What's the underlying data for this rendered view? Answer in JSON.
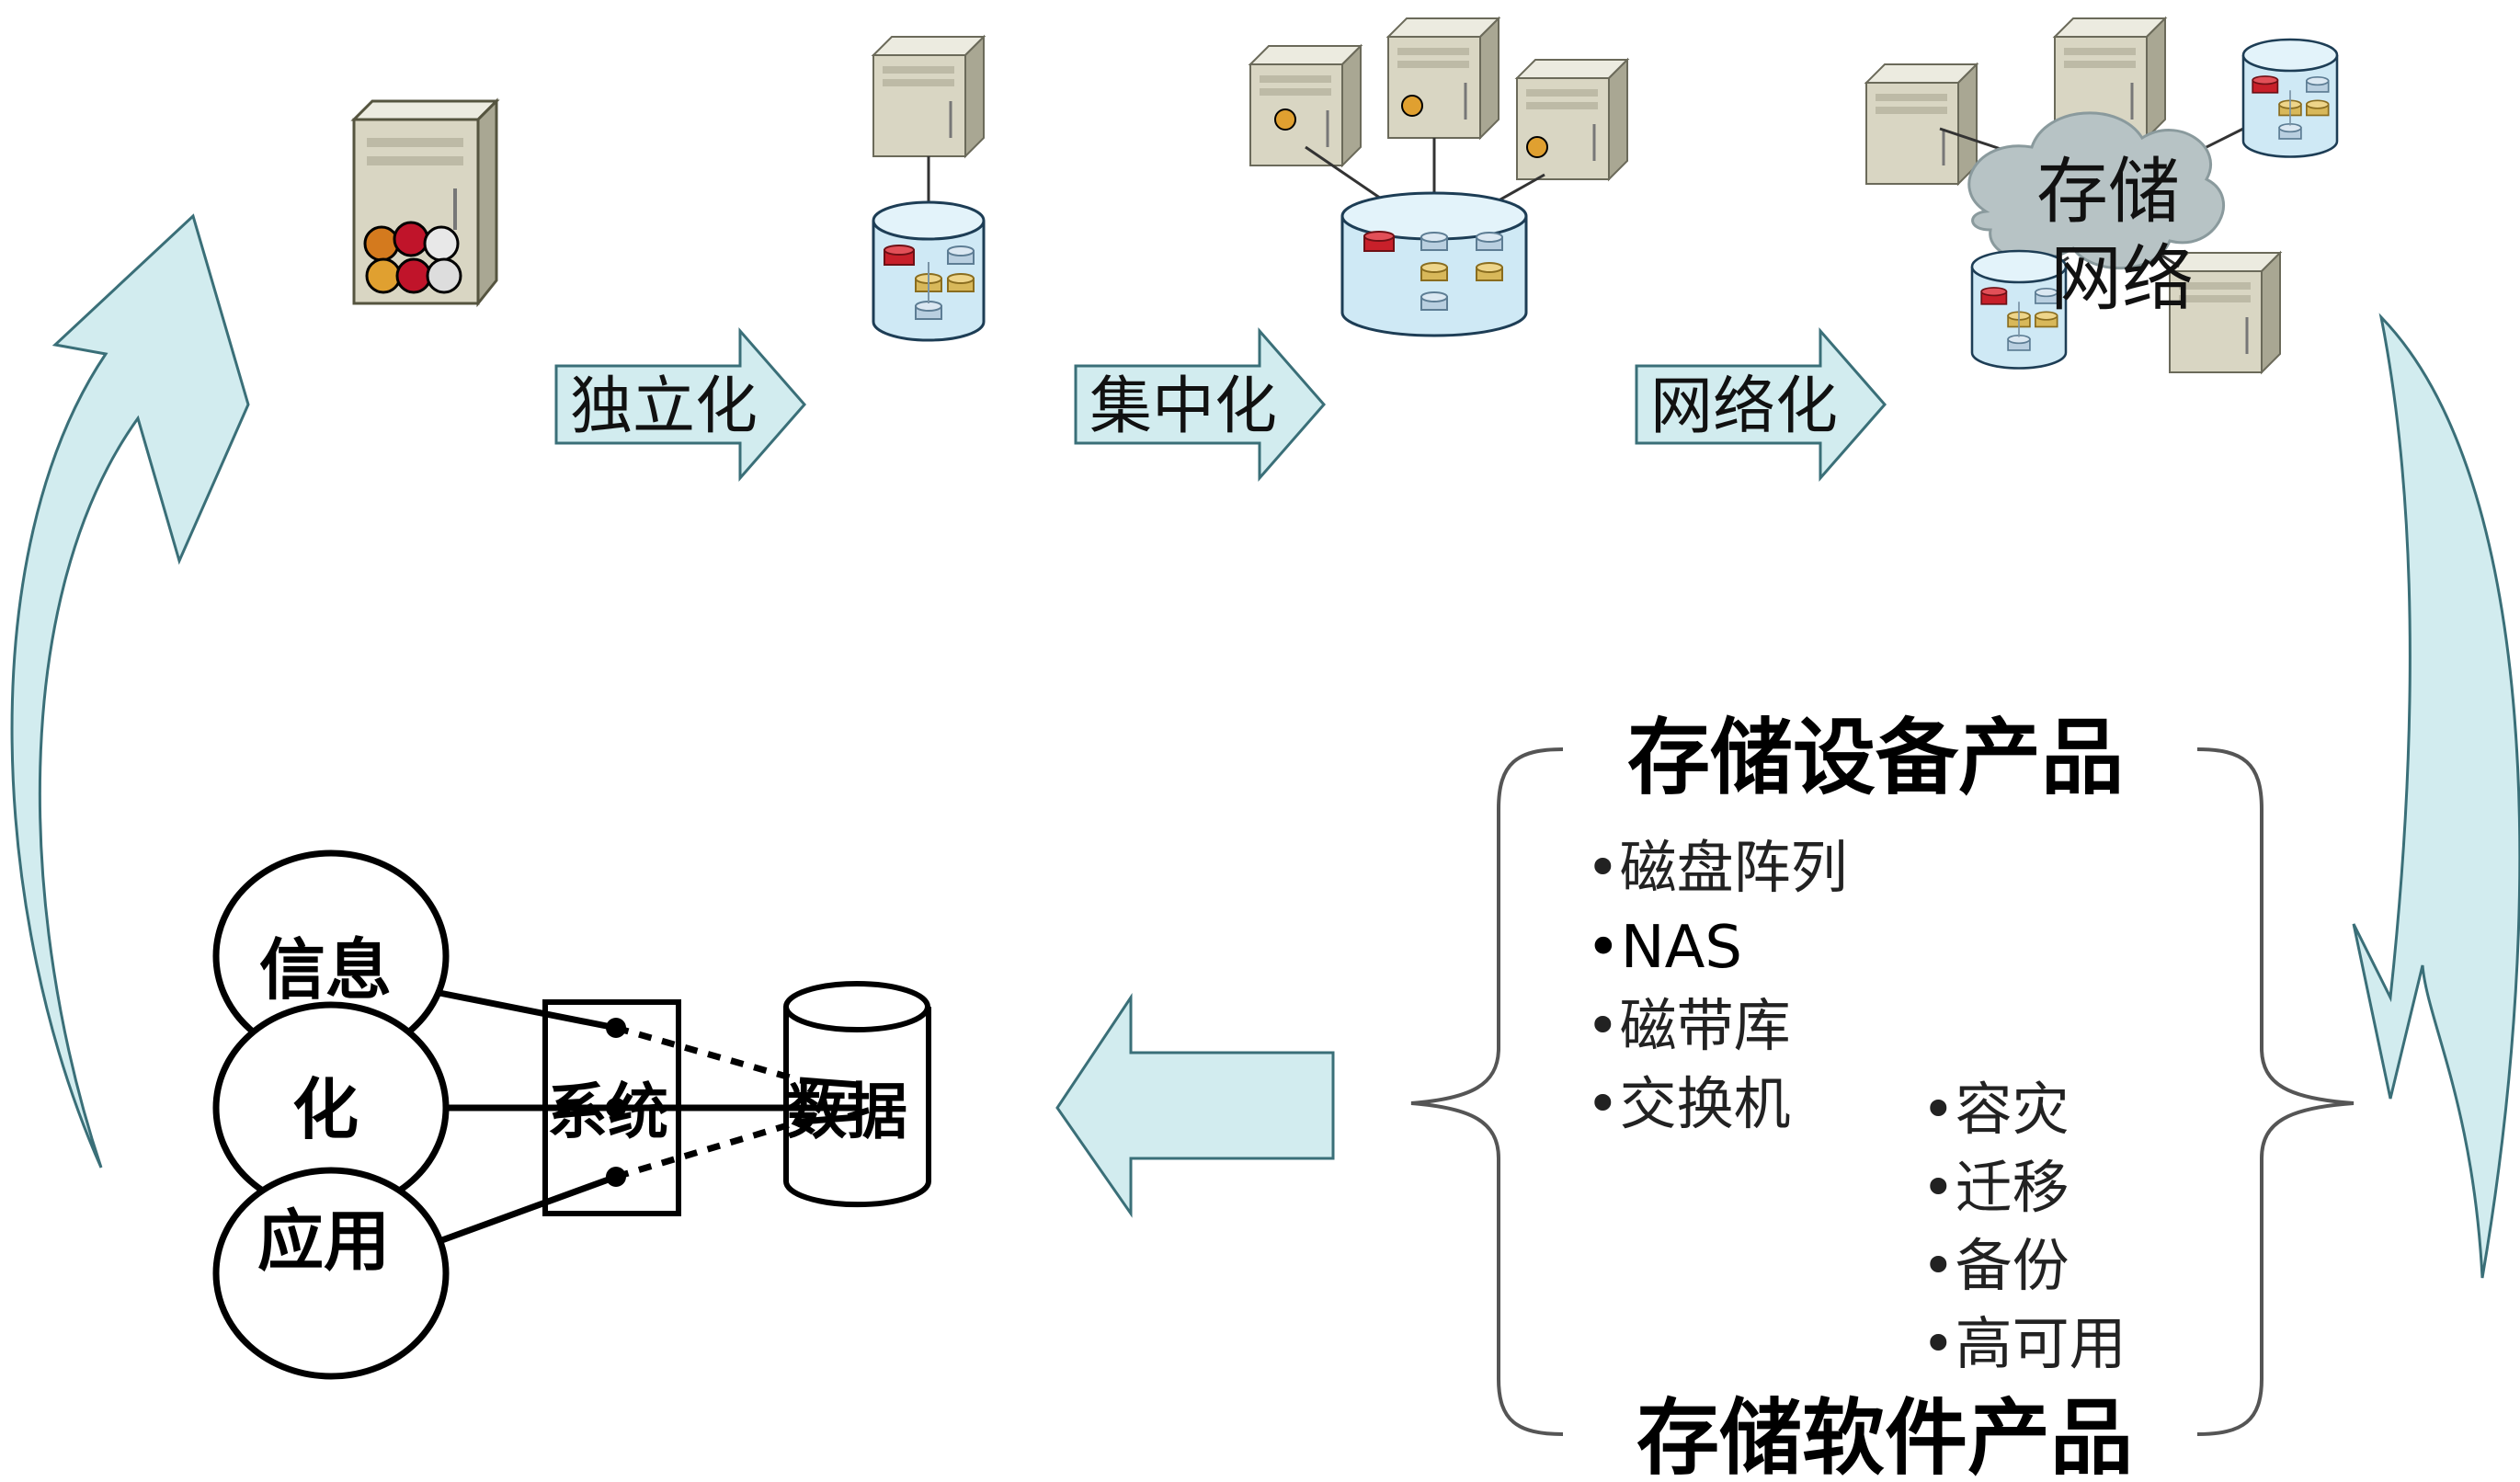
{
  "stages": {
    "standalone_label": "独立化",
    "centralized_label": "集中化",
    "networked_label": "网络化"
  },
  "cloud": {
    "line1": "存储",
    "line2": "网络"
  },
  "left_diagram": {
    "circle_top": "信息",
    "circle_mid": "化",
    "circle_bottom": "应用",
    "system_label": "系统",
    "data_label": "数据"
  },
  "products": {
    "device_heading": "存储设备产品",
    "software_heading": "存储软件产品",
    "device_items": [
      "•磁盘阵列",
      "•NAS",
      "•磁带库",
      "•交换机"
    ],
    "software_items": [
      "•容灾",
      "•迁移",
      "•备份",
      "•高可用"
    ]
  },
  "colors": {
    "arrow_fill": "#d2ecef",
    "arrow_stroke": "#3a6f78",
    "cloud_fill": "#b7c3c5",
    "cylinder_fill": "#cfe9f5",
    "server_fill": "#d9d6c3"
  }
}
